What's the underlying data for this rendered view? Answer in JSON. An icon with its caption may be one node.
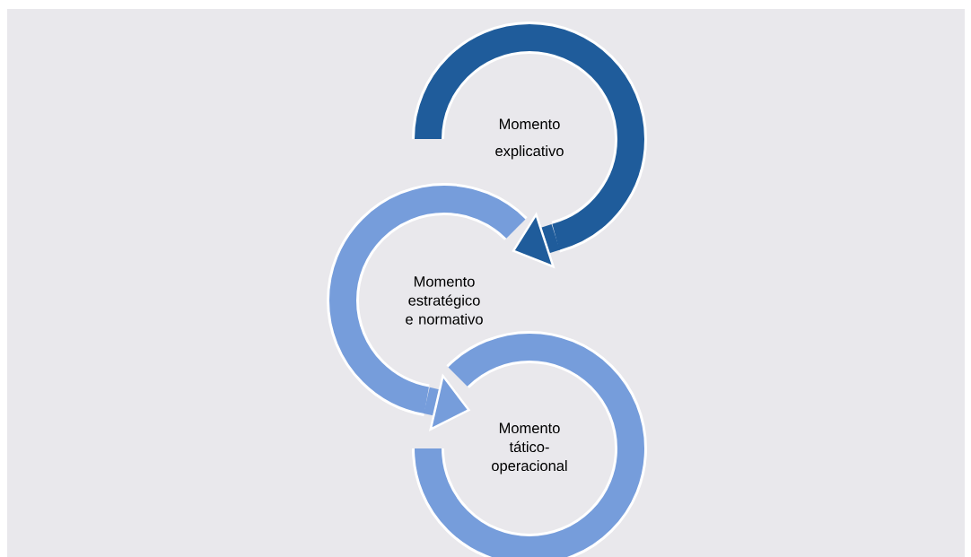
{
  "diagram": {
    "nodes": [
      {
        "text": [
          "Momento explicativo"
        ]
      },
      {
        "text": [
          "Momento estratégico e normativo"
        ]
      },
      {
        "text": [
          "Momento tático-operacional"
        ]
      }
    ],
    "edges": [
      {
        "from": 0,
        "to": 1,
        "arrow": "to",
        "color": "#1f5c9b"
      },
      {
        "from": 1,
        "to": 2,
        "arrow": "to",
        "color": "#769ddb"
      }
    ]
  }
}
